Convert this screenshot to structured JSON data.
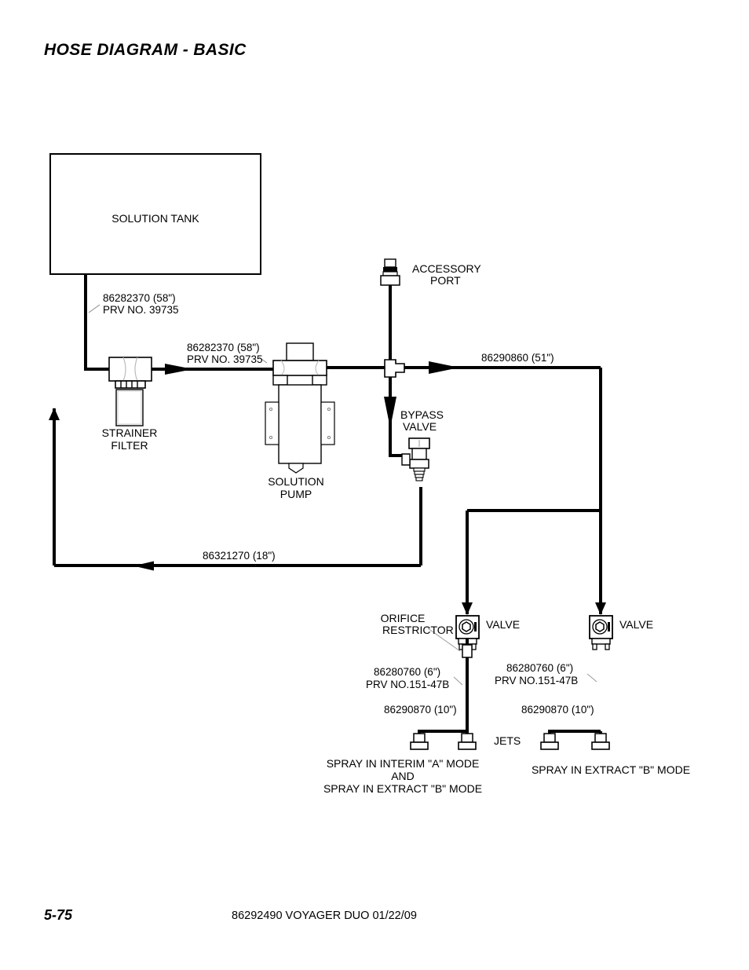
{
  "page": {
    "title": "HOSE DIAGRAM - BASIC",
    "footer_page_number": "5-75",
    "footer_document": "86292490 VOYAGER DUO 01/22/09",
    "background_color": "#ffffff",
    "line_color": "#000000"
  },
  "components": {
    "solution_tank": "SOLUTION TANK",
    "strainer_filter_line1": "STRAINER",
    "strainer_filter_line2": "FILTER",
    "solution_pump_line1": "SOLUTION",
    "solution_pump_line2": "PUMP",
    "accessory_port_line1": "ACCESSORY",
    "accessory_port_line2": "PORT",
    "bypass_valve_line1": "BYPASS",
    "bypass_valve_line2": "VALVE",
    "orifice_restrictor_line1": "ORIFICE",
    "orifice_restrictor_line2": "RESTRICTOR",
    "valve_left": "VALVE",
    "valve_right": "VALVE",
    "jets": "JETS"
  },
  "hose_labels": {
    "tank_outlet_part": "86282370 (58\")",
    "tank_outlet_prv": "PRV NO. 39735",
    "strainer_to_pump_part": "86282370 (58\")",
    "strainer_to_pump_prv": "PRV NO. 39735",
    "pump_outlet_part": "86290860 (51\")",
    "return_line_part": "86321270 (18\")",
    "valve_left_part": "86280760  (6\")",
    "valve_left_prv": "PRV NO.151-47B",
    "valve_right_part": "86280760  (6\")",
    "valve_right_prv": "PRV NO.151-47B",
    "jets_left_part": "86290870 (10\")",
    "jets_right_part": "86290870 (10\")"
  },
  "captions": {
    "left_line1": "SPRAY IN INTERIM \"A\" MODE",
    "left_line2": "AND",
    "left_line3": "SPRAY IN EXTRACT \"B\" MODE",
    "right_line1": "SPRAY IN EXTRACT \"B\" MODE"
  }
}
